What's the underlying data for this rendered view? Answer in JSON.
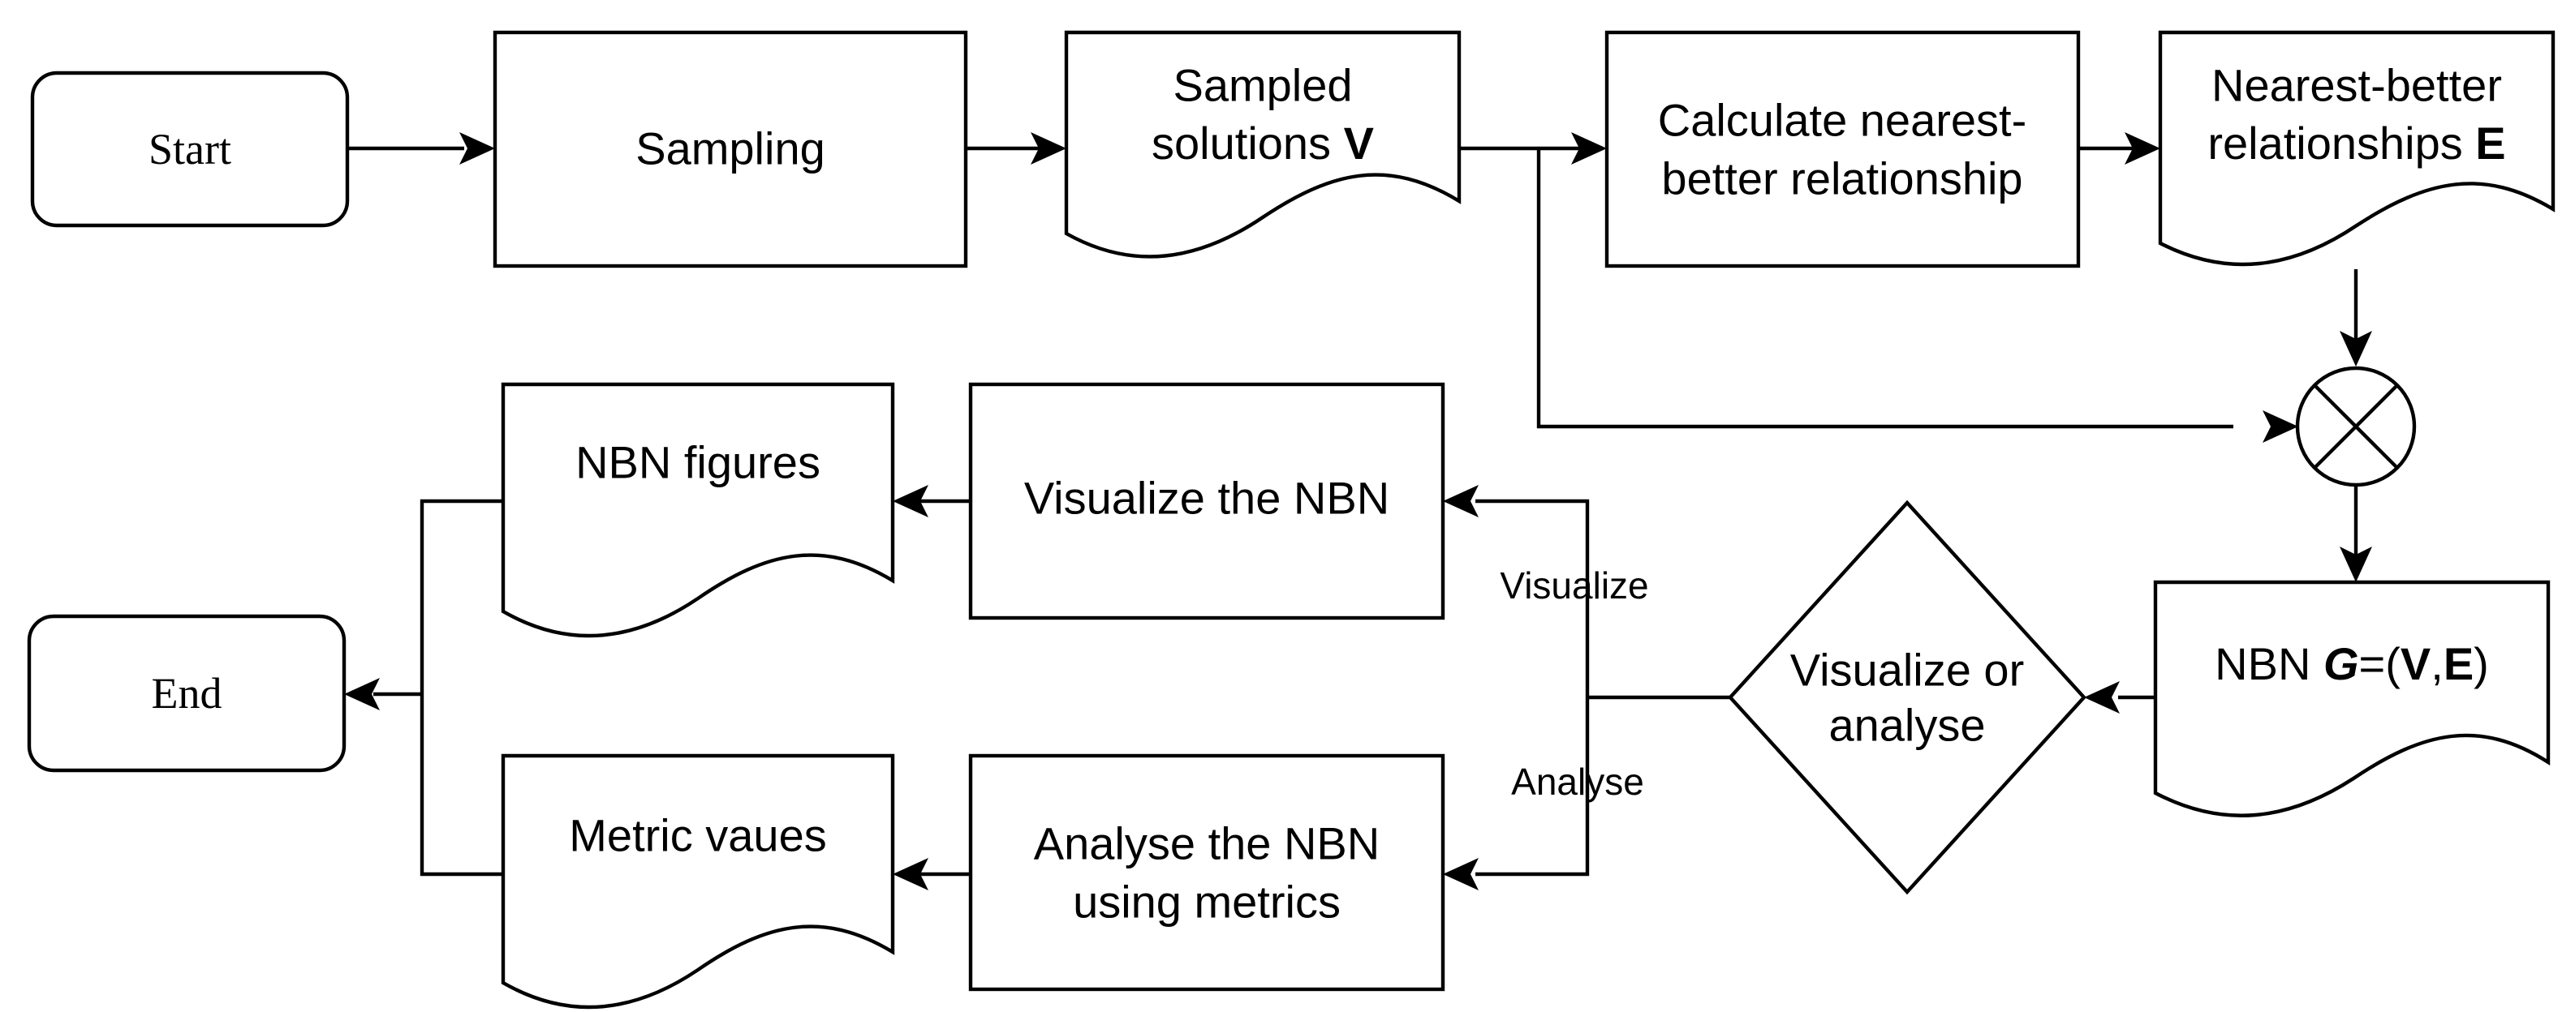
{
  "nodes": {
    "start": {
      "label": "Start"
    },
    "sampling": {
      "label": "Sampling"
    },
    "sampled": {
      "line1": "Sampled",
      "line2": "solutions ",
      "sym": "V"
    },
    "calc": {
      "line1": "Calculate nearest-",
      "line2": "better relationship"
    },
    "nearest": {
      "line1": "Nearest-better",
      "line2": "relationships ",
      "sym": "E"
    },
    "nbn": {
      "pre": "NBN ",
      "g": "G",
      "eq": "=(",
      "v": "V",
      "comma": ",",
      "e": "E",
      "close": ")"
    },
    "decision": {
      "line1": "Visualize or",
      "line2": "analyse"
    },
    "visualize": {
      "label": "Visualize the NBN"
    },
    "analyse": {
      "line1": "Analyse the NBN",
      "line2": "using metrics"
    },
    "figures": {
      "label": "NBN figures"
    },
    "metric": {
      "label": "Metric vaues"
    },
    "end": {
      "label": "End"
    }
  },
  "edge_labels": {
    "visualize": "Visualize",
    "analyse": "Analyse"
  },
  "junction": {
    "type": "summing-junction",
    "symbol": "⊗"
  }
}
